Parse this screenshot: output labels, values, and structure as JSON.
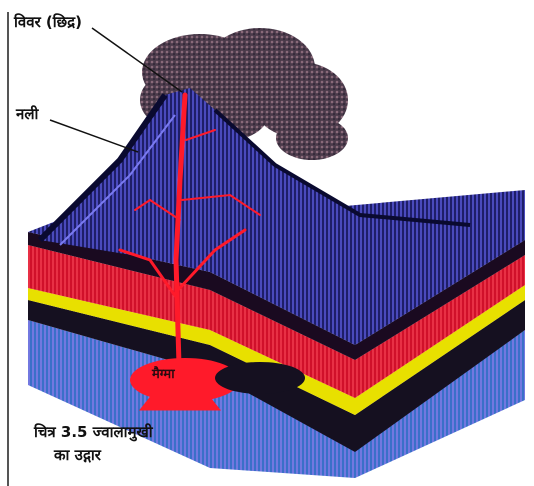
{
  "labels": {
    "crater": "विवर (छिद्र)",
    "vent": "नली",
    "magma": "मैग्मा"
  },
  "caption": {
    "line1": "चित्र 3.5 ज्वालामुखी",
    "line2": "का उद्गार"
  },
  "colors": {
    "smoke": "#4a3a4a",
    "cone_dark": "#1a1a4a",
    "cone_blue": "#3a3ab0",
    "magma_red": "#ff1a2a",
    "layer_yellow": "#e8e000",
    "layer_blue": "#3a8ae0",
    "layer_black": "#151020"
  }
}
